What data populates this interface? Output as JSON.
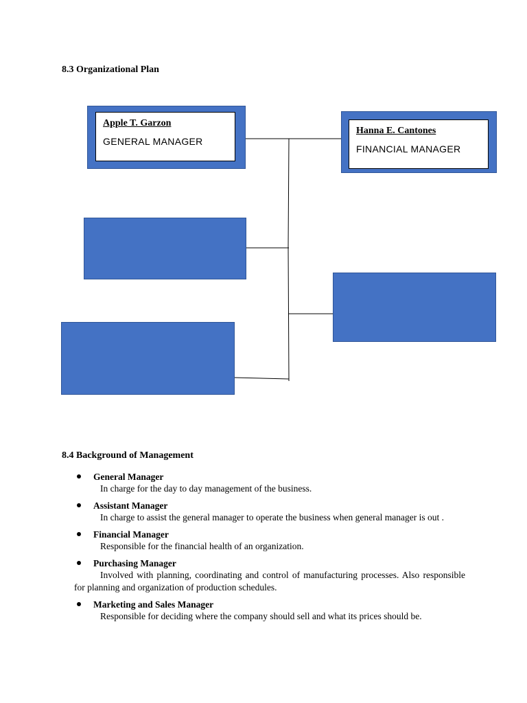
{
  "sections": {
    "org_plan_heading": "8.3 Organizational Plan",
    "background_heading": "8.4 Background of Management"
  },
  "org_chart": {
    "general_manager": {
      "name": "Apple T. Garzon",
      "title": "GENERAL MANAGER"
    },
    "financial_manager": {
      "name": "Hanna E. Cantones",
      "title": "FINANCIAL MANAGER"
    },
    "box_color": "#4472c4"
  },
  "background": [
    {
      "role": "General Manager",
      "description": "In charge for the day to day management of the business."
    },
    {
      "role": "Assistant Manager",
      "description": "In charge to assist the general manager to operate the business when general manager is out ."
    },
    {
      "role": "Financial Manager",
      "description": "Responsible for the financial health of an organization."
    },
    {
      "role": "Purchasing Manager",
      "description": "Involved with planning, coordinating and control of manufacturing processes. Also responsible for planning and organization of production schedules."
    },
    {
      "role": "Marketing and Sales Manager",
      "description": "Responsible for deciding where the company should sell and what its prices should be."
    }
  ]
}
